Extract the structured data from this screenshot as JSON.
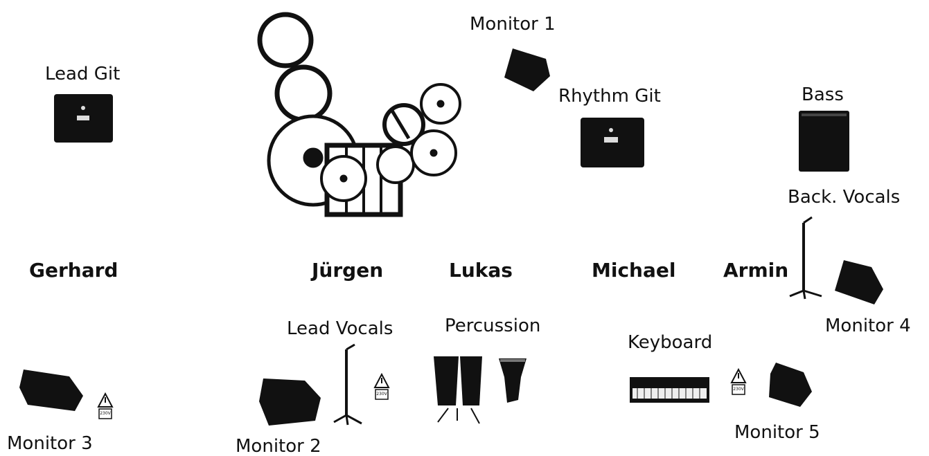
{
  "equipment_labels": {
    "monitor_1": "Monitor 1",
    "lead_git": "Lead Git",
    "rhythm_git": "Rhythm Git",
    "bass": "Bass",
    "back_vocals": "Back. Vocals",
    "monitor_4": "Monitor 4",
    "lead_vocals": "Lead Vocals",
    "percussion": "Percussion",
    "keyboard": "Keyboard",
    "monitor_3": "Monitor 3",
    "monitor_2": "Monitor 2",
    "monitor_5": "Monitor 5"
  },
  "musicians": {
    "gerhard": "Gerhard",
    "juergen": "Jürgen",
    "lukas": "Lukas",
    "michael": "Michael",
    "armin": "Armin"
  },
  "power_outlet": {
    "voltage_label": "230V"
  },
  "icons": [
    "drum-kit-icon",
    "guitar-amp-icon",
    "bass-amp-icon",
    "monitor-speaker-icon",
    "mic-stand-icon",
    "power-outlet-icon",
    "conga-drums-icon",
    "djembe-icon",
    "keyboard-icon"
  ],
  "colors": {
    "ink": "#111111",
    "background": "#ffffff"
  }
}
